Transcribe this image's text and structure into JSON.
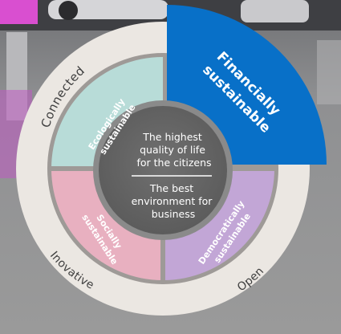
{
  "outer_ring": {
    "labels": [
      "Connected",
      "Inovative",
      "Open"
    ]
  },
  "segments": {
    "financial": {
      "label_lines": [
        "Financially",
        "sustainable"
      ],
      "color": "#0870c8"
    },
    "ecological": {
      "label_lines": [
        "Ecologically",
        "sustainable"
      ],
      "color": "#b8dcd8"
    },
    "social": {
      "label_lines": [
        "Socially",
        "sustainable"
      ],
      "color": "#e8b0c0"
    },
    "democratic": {
      "label_lines": [
        "Democratically",
        "sustainable"
      ],
      "color": "#c2a6d6"
    }
  },
  "center": {
    "top_lines": [
      "The highest",
      "quality of life",
      "for the citizens"
    ],
    "bottom_lines": [
      "The best",
      "environment for",
      "business"
    ],
    "color": "#676767"
  },
  "colors": {
    "ring": "#ebe7e2",
    "inner_gap": "#9e9a97"
  }
}
